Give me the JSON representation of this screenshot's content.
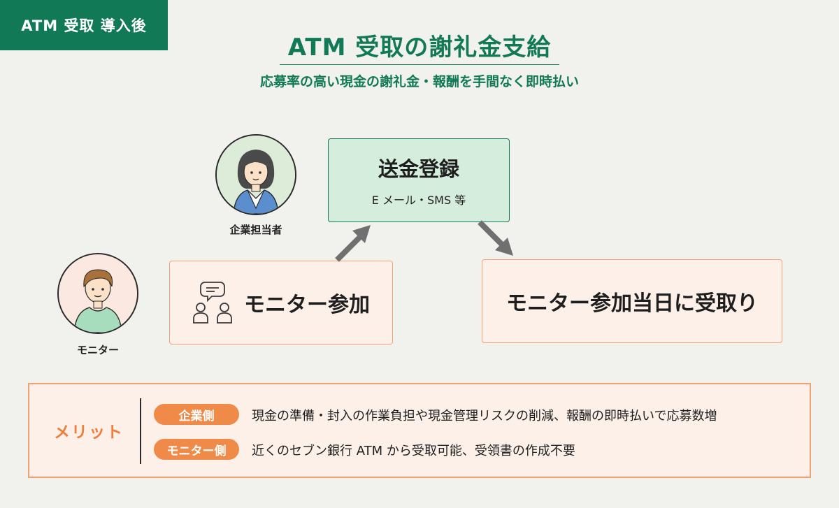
{
  "tag": "ATM 受取 導入後",
  "title": "ATM 受取の謝礼金支給",
  "subtitle": "応募率の高い現金の謝礼金・報酬を手間なく即時払い",
  "staff": {
    "label": "企業担当者"
  },
  "monitor": {
    "label": "モニター"
  },
  "step_register": {
    "title": "送金登録",
    "sub": "E メール・SMS 等"
  },
  "step_join": {
    "label": "モニター参加"
  },
  "step_receive": {
    "label": "モニター参加当日に受取り"
  },
  "merit": {
    "label": "メリット",
    "rows": [
      {
        "tag": "企業側",
        "text": "現金の準備・封入の作業負担や現金管理リスクの削減、報酬の即時払いで応募数増"
      },
      {
        "tag": "モニター側",
        "text": "近くのセブン銀行 ATM から受取可能、受領書の作成不要"
      }
    ]
  },
  "colors": {
    "brand_green": "#127957",
    "accent_orange": "#ef8a48",
    "panel_green": "#d5eddd",
    "panel_peach": "#fdf0e8"
  }
}
